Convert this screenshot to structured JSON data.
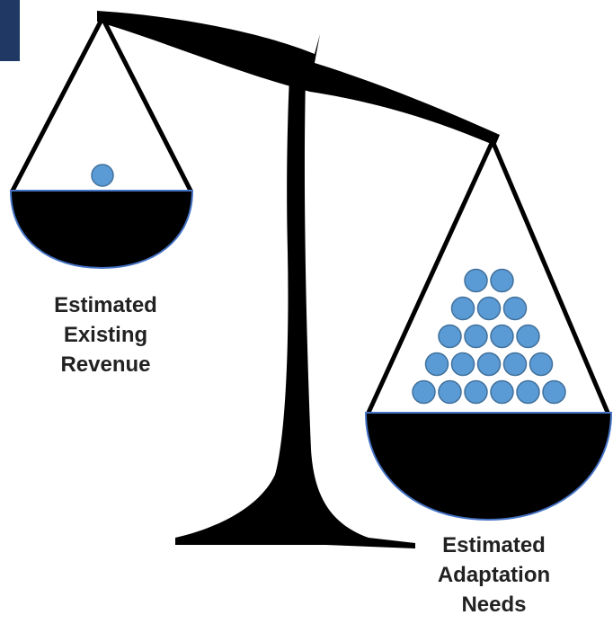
{
  "colors": {
    "scale": "#000000",
    "pan_outline": "#4472c4",
    "ball_fill": "#5b9bd5",
    "ball_stroke": "#41719c",
    "corner_tab": "#1f3864",
    "label_text": "#222222"
  },
  "left_pan": {
    "label_lines": [
      "Estimated",
      "Existing",
      "Revenue"
    ],
    "ball_count": 1
  },
  "right_pan": {
    "label_lines": [
      "Estimated",
      "Adaptation",
      "Needs"
    ],
    "ball_rows": [
      2,
      3,
      4,
      5,
      6
    ]
  }
}
